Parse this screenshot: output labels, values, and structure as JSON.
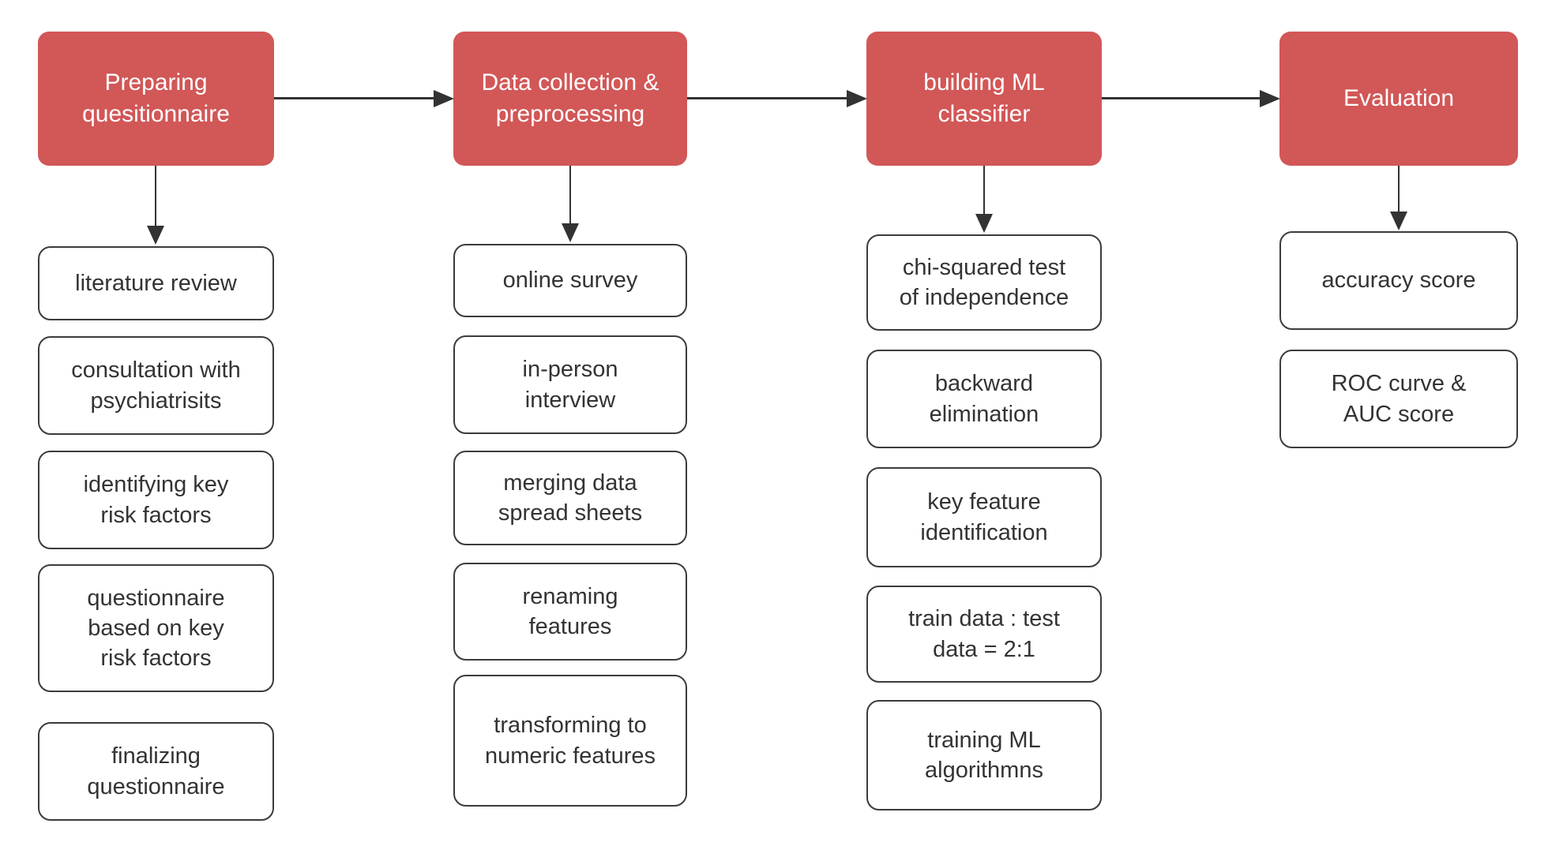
{
  "colors": {
    "header_bg": "#d25757",
    "header_text": "#ffffff",
    "box_border": "#3b3b3b",
    "box_text": "#333333",
    "arrow": "#333333",
    "background": "#ffffff"
  },
  "columns": [
    {
      "header": "Preparing\nquesitionnaire",
      "steps": [
        "literature review",
        "consultation with\npsychiatrisits",
        "identifying key\nrisk factors",
        "questionnaire\nbased on key\nrisk factors",
        "finalizing\nquestionnaire"
      ]
    },
    {
      "header": "Data collection &\npreprocessing",
      "steps": [
        "online survey",
        "in-person\ninterview",
        "merging data\nspread sheets",
        "renaming\nfeatures",
        "transforming to\nnumeric features"
      ]
    },
    {
      "header": "building ML\nclassifier",
      "steps": [
        "chi-squared test\nof independence",
        "backward\nelimination",
        "key feature\nidentification",
        "train data : test\ndata = 2:1",
        "training ML\nalgorithmns"
      ]
    },
    {
      "header": "Evaluation",
      "steps": [
        "accuracy score",
        "ROC curve &\nAUC score"
      ]
    }
  ]
}
